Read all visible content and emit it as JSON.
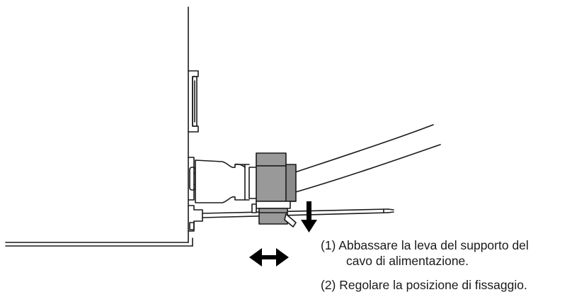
{
  "steps": [
    {
      "number": "(1)",
      "text_line1": "Abbassare la leva del supporto del",
      "text_line2": "cavo di alimentazione."
    },
    {
      "number": "(2)",
      "text": "Regolare la posizione di fissaggio."
    }
  ],
  "colors": {
    "line": "#1a1a1a",
    "clamp_gray": "#999999",
    "clamp_gray_dark": "#8a8a8a",
    "arrow": "#000000"
  },
  "icons": [
    "down-arrow-icon",
    "double-arrow-icon"
  ]
}
